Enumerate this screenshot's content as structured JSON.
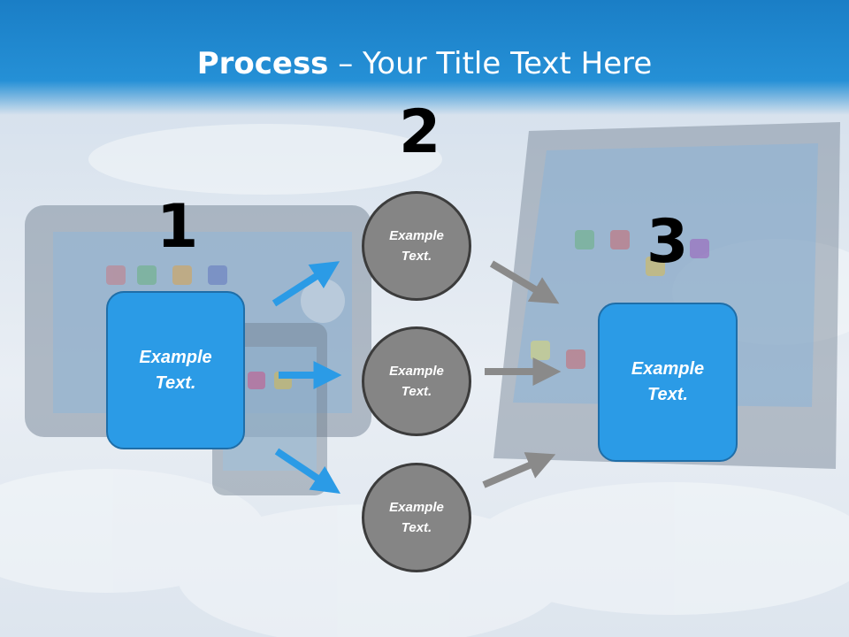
{
  "title": {
    "bold": "Process",
    "rest": " – Your Title Text Here"
  },
  "steps": {
    "one": "1",
    "two": "2",
    "three": "3"
  },
  "left_box": {
    "line1": "Example",
    "line2": "Text."
  },
  "circles": [
    {
      "line1": "Example",
      "line2": "Text."
    },
    {
      "line1": "Example",
      "line2": "Text."
    },
    {
      "line1": "Example",
      "line2": "Text."
    }
  ],
  "right_box": {
    "line1": "Example",
    "line2": "Text."
  },
  "colors": {
    "header": "#2590d6",
    "box": "#2b9be6",
    "circle": "#858585",
    "blue_arrow": "#2b9be6",
    "gray_arrow": "#8a8a8a"
  }
}
